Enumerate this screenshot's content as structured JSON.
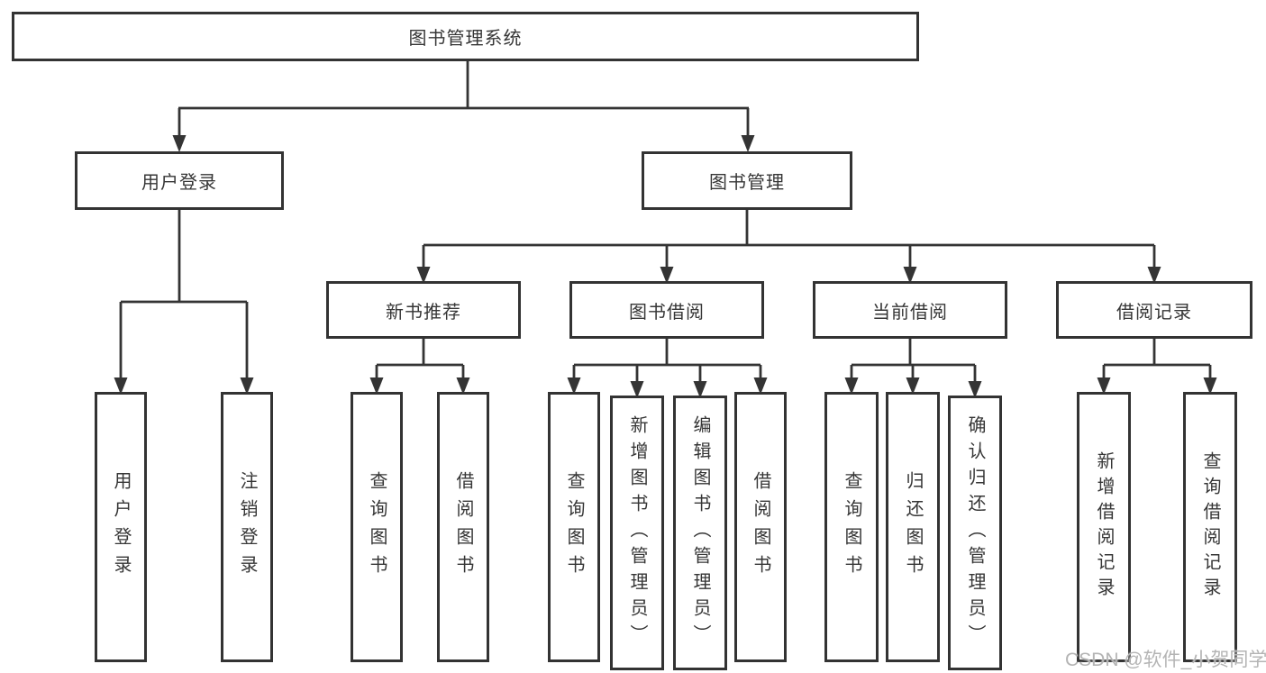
{
  "diagram_type": "hierarchy",
  "tree": {
    "root": {
      "label": "图书管理系统",
      "children": [
        {
          "label": "用户登录",
          "children": [
            {
              "label": "用户登录"
            },
            {
              "label": "注销登录"
            }
          ]
        },
        {
          "label": "图书管理",
          "children": [
            {
              "label": "新书推荐",
              "children": [
                {
                  "label": "查询图书"
                },
                {
                  "label": "借阅图书"
                }
              ]
            },
            {
              "label": "图书借阅",
              "children": [
                {
                  "label": "查询图书"
                },
                {
                  "label": "新增图书（管理员）"
                },
                {
                  "label": "编辑图书（管理员）"
                },
                {
                  "label": "借阅图书"
                }
              ]
            },
            {
              "label": "当前借阅",
              "children": [
                {
                  "label": "查询图书"
                },
                {
                  "label": "归还图书"
                },
                {
                  "label": "确认归还（管理员）"
                }
              ]
            },
            {
              "label": "借阅记录",
              "children": [
                {
                  "label": "新增借阅记录"
                },
                {
                  "label": "查询借阅记录"
                }
              ]
            }
          ]
        }
      ]
    }
  },
  "watermark": {
    "text": "CSDN @软件_小贺同学"
  },
  "colors": {
    "line": "#343434",
    "box_border": "#333333",
    "box_fill": "#ffffff",
    "text": "#363636",
    "watermark": "#b4b4b4",
    "background": "#ffffff"
  }
}
